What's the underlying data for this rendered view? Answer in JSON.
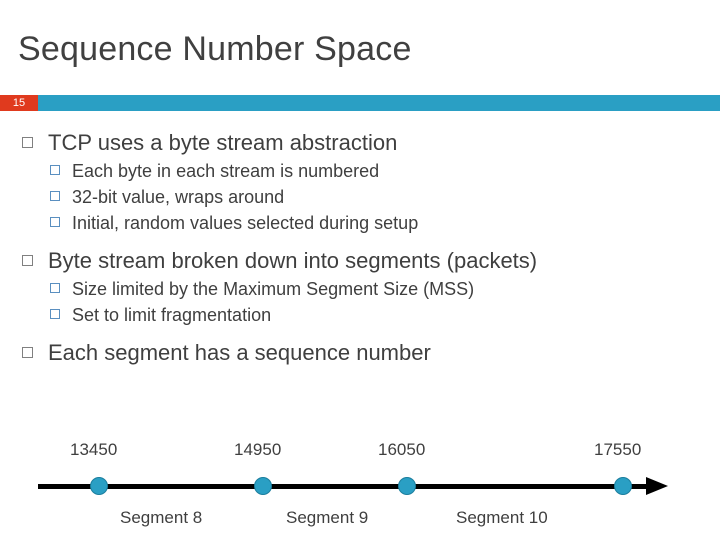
{
  "slide": {
    "title": "Sequence Number Space",
    "number": "15",
    "accent_color": "#2a9fc4",
    "number_box_color": "#e03a1e",
    "bullets": [
      {
        "level1": "TCP uses a byte stream abstraction",
        "sub": [
          "Each byte in each stream is numbered",
          "32-bit value, wraps around",
          "Initial, random values selected during setup"
        ]
      },
      {
        "level1": "Byte stream broken down into segments (packets)",
        "sub": [
          "Size limited by the Maximum Segment Size (MSS)",
          "Set to limit fragmentation"
        ]
      },
      {
        "level1": "Each segment has a sequence number",
        "sub": []
      }
    ],
    "timeline": {
      "numbers": [
        "13450",
        "14950",
        "16050",
        "17550"
      ],
      "segments": [
        "Segment 8",
        "Segment 9",
        "Segment 10"
      ],
      "dot_color": "#2a9fc4"
    }
  }
}
